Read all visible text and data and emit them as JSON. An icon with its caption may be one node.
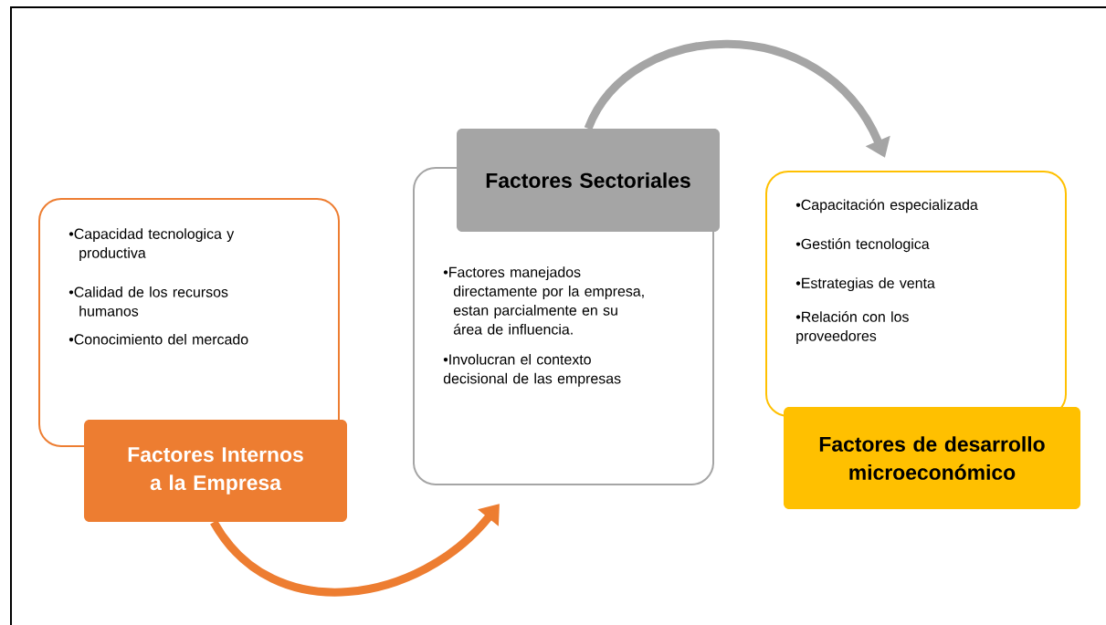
{
  "diagram": {
    "nodes": [
      {
        "text": [
          "•Capacidad tecnologica y productiva",
          "•Calidad de los recursos humanos",
          "•Conocimiento del mercado"
        ]
      },
      {
        "text": [
          "Factores Internos a la Empresa"
        ]
      },
      {
        "text": [
          "•Factores manejados directamente por la empresa, estan parcialmente en su área de influencia.",
          "•Involucran el contexto decisional de las empresas"
        ]
      },
      {
        "text": [
          "Factores Sectoriales"
        ]
      },
      {
        "text": [
          "•Capacitación especializada",
          "•Gestión tecnologica",
          "•Estrategias de venta",
          "•Relación con los proveedores"
        ]
      },
      {
        "text": [
          "Factores de desarrollo microeconómico"
        ]
      }
    ],
    "edges": [
      {
        "from": 1,
        "to": 2,
        "arrow": "to",
        "color": "#ed7d31"
      },
      {
        "from": 3,
        "to": 4,
        "arrow": "to",
        "color": "#a5a5a5"
      }
    ]
  }
}
